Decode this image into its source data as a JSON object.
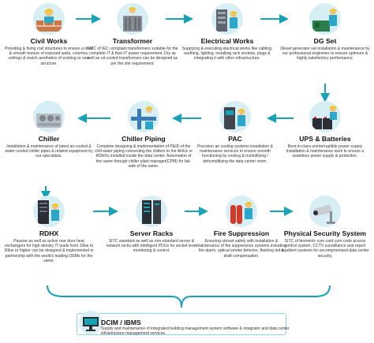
{
  "colors": {
    "circle": "#d7eef5",
    "arrow": "#17a3b5",
    "helmet": "#f5c518",
    "vest": "#2ba8c9",
    "skin": "#f1c27d"
  },
  "nodes": {
    "civil_works": {
      "title": "Civil Works",
      "desc": "Providing & fixing civil structures to ensure a level & smooth texture of exposed walls, columns, ceilings & match aesthetics of existing or new structure.",
      "icon": "worker-wall-icon"
    },
    "transformer": {
      "title": "Transformer",
      "desc": "SITC of IEC compliant transformers suitable for the complete IT & Non-IT power requirement. Dry as well as oil-cooled transformers can be designed as per the site requirement.",
      "icon": "transformer-icon"
    },
    "electrical_works": {
      "title": "Electrical Works",
      "desc": "Supplying & executing electrical works like cabling, earthing, lighting, installing rack sockets, plugs & integrating it with other infrastructure.",
      "icon": "electrical-panel-icon"
    },
    "dg_set": {
      "title": "DG Set",
      "desc": "Diesel generator set installation & maintenance by our professional engineers to ensure optimum & highly satisfactory performance.",
      "icon": "generator-icon"
    },
    "chiller": {
      "title": "Chiller",
      "desc": "Installation & maintenance of latest air-cooled & water-cooled chiller pipes & related equipment by our specialists.",
      "icon": "chiller-icon"
    },
    "chiller_piping": {
      "title": "Chiller Piping",
      "desc": "Complete designing & implementation of P&ID of the chill water piping connecting the chillers to the AHUs or RDHXs installed inside the data center. Automation of the same through chiller plant manager(CPM) for fail-safe of the same.",
      "icon": "piping-icon"
    },
    "pac": {
      "title": "PAC",
      "desc": "Precision air cooling systems installation & maintenance services to ensure smooth functioning by cooling & humidifying / dehumidifying the data center room.",
      "icon": "pac-unit-icon"
    },
    "ups": {
      "title": "UPS & Batteries",
      "desc": "Best-in-class uninterruptible power supply installation & maintenance work to ensure a seamless power supply & protection.",
      "icon": "battery-icon"
    },
    "rdhx": {
      "title": "RDHX",
      "desc": "Passive as well as active rear door heat exchangers for high density IT loads from 10kw to 30kw or higher can be designed & implemented in partnership with the world's leading OEMs for the same.",
      "icon": "rear-door-icon"
    },
    "server_racks": {
      "title": "Server Racks",
      "desc": "SITC standard as well as non-standard server & network racks with intelligent PDUs for socket level monitoring & control.",
      "icon": "server-rack-icon"
    },
    "fire_suppression": {
      "title": "Fire Suppression",
      "desc": "Ensuring utmost safety with installation & maintenance of fire suppression systems including fire alarm, optical smoke detector, flashing led & draft compensation.",
      "icon": "fire-cylinder-icon"
    },
    "physical_security": {
      "title": "Physical Security System",
      "desc": "SITC of biometric cum card cum code access control system, CCTV surveillance and report repellent systems for uncompromised data center security.",
      "icon": "cctv-camera-icon"
    }
  },
  "dcim": {
    "title": "DCIM / IBMS",
    "desc": "Supply and maintenance of integrated building management system software & integrator and data center infrastructure management services.",
    "icon": "monitor-icon"
  }
}
